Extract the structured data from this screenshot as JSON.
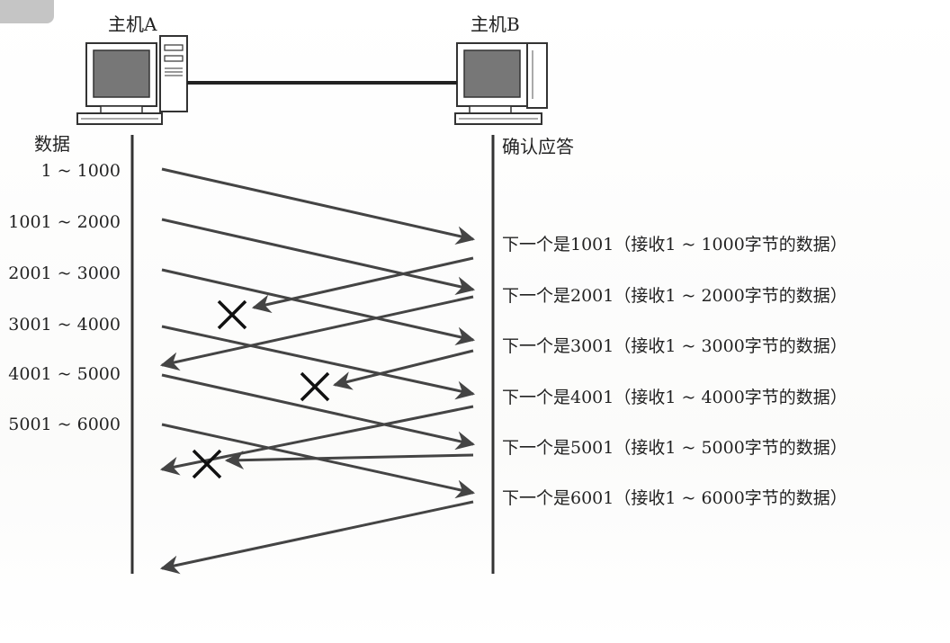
{
  "host_a": {
    "label": "主机A"
  },
  "host_b": {
    "label": "主机B"
  },
  "data_header": "数据",
  "ack_header": "确认应答",
  "data_segments": [
    "1 ~ 1000",
    "1001 ~ 2000",
    "2001 ~ 3000",
    "3001 ~ 4000",
    "4001 ~ 5000",
    "5001 ~ 6000"
  ],
  "acks": [
    "下一个是1001（接收1 ~ 1000字节的数据）",
    "下一个是2001（接收1 ~ 2000字节的数据）",
    "下一个是3001（接收1 ~ 3000字节的数据）",
    "下一个是4001（接收1 ~ 4000字节的数据）",
    "下一个是5001（接收1 ~ 5000字节的数据）",
    "下一个是6001（接收1 ~ 6000字节的数据）"
  ],
  "lost_acks": [
    1,
    3,
    5
  ],
  "colors": {
    "line": "#444444",
    "text": "#222222"
  }
}
